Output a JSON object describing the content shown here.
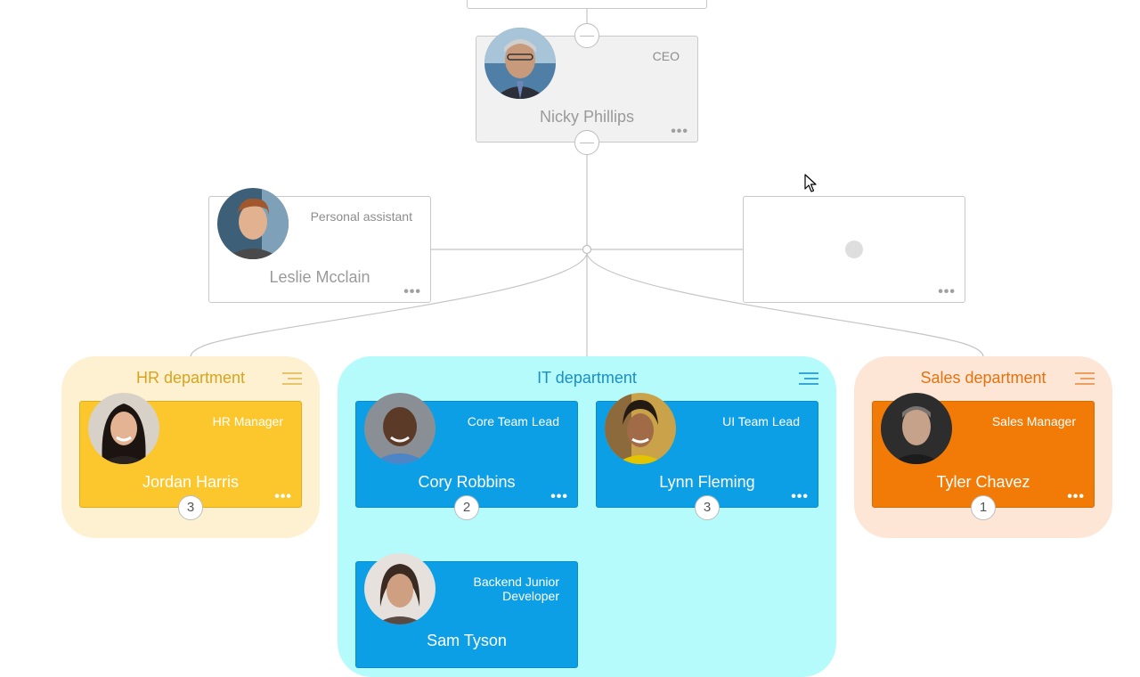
{
  "colors": {
    "hr_group_bg": "#fdf1d1",
    "hr_title": "#d9a41d",
    "it_group_bg": "#b6fbfb",
    "it_title": "#1b8dc9",
    "sales_group_bg": "#fde6d5",
    "sales_title": "#e27310",
    "link": "#c4c4c4"
  },
  "groups": {
    "hr": {
      "title": "HR department",
      "menu_icon": "menu-lines-icon"
    },
    "it": {
      "title": "IT department",
      "menu_icon": "menu-lines-icon"
    },
    "sales": {
      "title": "Sales department",
      "menu_icon": "menu-lines-icon"
    }
  },
  "nodes": {
    "ceo": {
      "role": "CEO",
      "name": "Nicky Phillips",
      "more": "•••"
    },
    "assistant": {
      "role": "Personal assistant",
      "name": "Leslie Mcclain",
      "more": "•••"
    },
    "empty": {
      "more": "•••"
    },
    "hr_manager": {
      "role": "HR Manager",
      "name": "Jordan Harris",
      "more": "•••",
      "count": "3"
    },
    "core_lead": {
      "role": "Core Team Lead",
      "name": "Cory Robbins",
      "more": "•••",
      "count": "2"
    },
    "ui_lead": {
      "role": "UI Team Lead",
      "name": "Lynn Fleming",
      "more": "•••",
      "count": "3"
    },
    "sales_manager": {
      "role": "Sales Manager",
      "name": "Tyler Chavez",
      "more": "•••",
      "count": "1"
    },
    "backend_dev": {
      "role": "Backend Junior Developer",
      "name": "Sam Tyson",
      "more": "•••"
    }
  }
}
